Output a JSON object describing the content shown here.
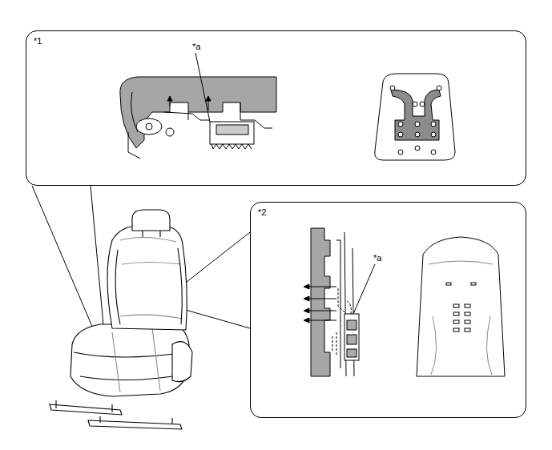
{
  "diagram": {
    "nodes": [
      {
        "text": [
          "*1"
        ]
      },
      {
        "text": [
          "*2"
        ]
      }
    ],
    "labels": [
      "*a",
      "*a"
    ]
  }
}
